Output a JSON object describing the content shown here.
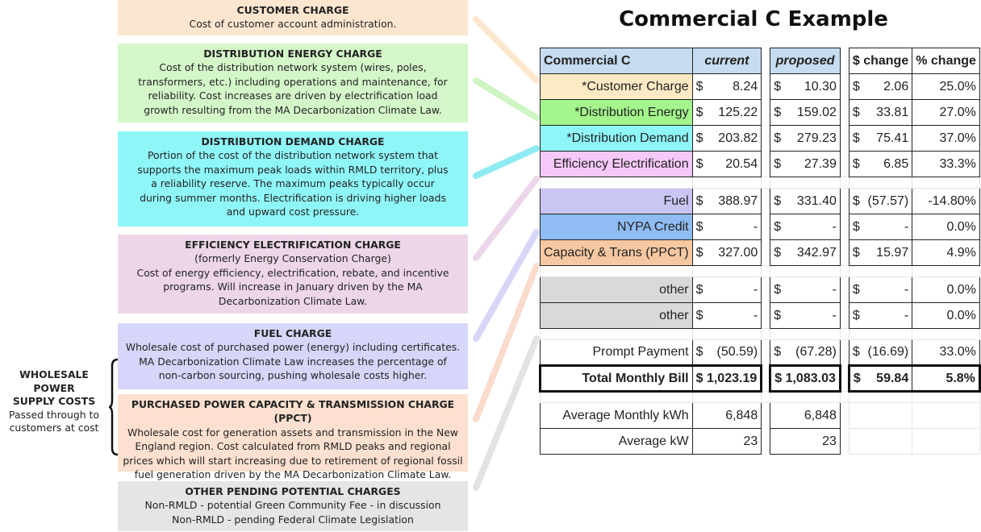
{
  "title": "Commercial C Example",
  "charges": [
    {
      "title": "CUSTOMER CHARGE",
      "body": "Cost of customer account administration.",
      "color": "#fde6cf"
    },
    {
      "title": "DISTRIBUTION ENERGY CHARGE",
      "body": "Cost of the distribution network system (wires, poles,\ntransformers, etc.) including operations and maintenance, for\nreliability. Cost increases are driven by electrification load\ngrowth resulting from the MA Decarbonization Climate Law.",
      "color": "#d4f7c9"
    },
    {
      "title": "DISTRIBUTION DEMAND CHARGE",
      "body": "Portion of the cost of the distribution network system that\nsupports the maximum peak loads within RMLD territory, plus\na reliability reserve. The maximum peaks typically occur\nduring summer months. Electrification is driving higher loads\nand upward cost pressure.",
      "color": "#8ff6f8"
    },
    {
      "title": "EFFICIENCY ELECTRIFICATION CHARGE",
      "body": "(formerly Energy Conservation Charge)\nCost of energy efficiency, electrification, rebate, and incentive\nprograms. Will increase in January driven by the MA\nDecarbonization Climate Law.",
      "color": "#ecd6e8"
    },
    {
      "title": "FUEL CHARGE",
      "body": "Wholesale cost of purchased power (energy) including certificates.\nMA Decarbonization Climate Law increases the percentage of\nnon-carbon sourcing, pushing wholesale costs higher.",
      "color": "#d6d6fa"
    },
    {
      "title": "PURCHASED POWER CAPACITY & TRANSMISSION CHARGE (PPCT)",
      "body": "Wholesale cost for generation assets and transmission in the New\nEngland region. Cost calculated from RMLD peaks and regional\nprices which will start increasing due to retirement of regional fossil\nfuel generation driven by the MA Decarbonization Climate Law.",
      "color": "#fde0cf"
    },
    {
      "title": "OTHER PENDING POTENTIAL CHARGES",
      "body": "Non-RMLD - potential Green Community Fee - in discussion\nNon-RMLD - pending Federal Climate Legislation",
      "color": "#e5e5e5"
    }
  ],
  "wholesale": {
    "title": "WHOLESALE POWER\nSUPPLY COSTS",
    "subtitle": "Passed through to\ncustomers at cost"
  },
  "table": {
    "header": {
      "label": "Commercial C",
      "current": "current",
      "proposed": "proposed",
      "change": "$ change",
      "pct": "% change"
    },
    "dollar_sign": "$",
    "groups": [
      [
        {
          "label": "*Customer Charge",
          "color": "#fde9c4",
          "current": "8.24",
          "proposed": "10.30",
          "change": "2.06",
          "pct": "25.0%"
        },
        {
          "label": "*Distribution Energy",
          "color": "#a3f58c",
          "current": "125.22",
          "proposed": "159.02",
          "change": "33.81",
          "pct": "27.0%"
        },
        {
          "label": "*Distribution Demand",
          "color": "#8ff6f8",
          "current": "203.82",
          "proposed": "279.23",
          "change": "75.41",
          "pct": "37.0%"
        },
        {
          "label": "Efficiency Electrification",
          "color": "#f5c8f8",
          "current": "20.54",
          "proposed": "27.39",
          "change": "6.85",
          "pct": "33.3%"
        }
      ],
      [
        {
          "label": "Fuel",
          "color": "#c9c6f4",
          "current": "388.97",
          "proposed": "331.40",
          "change": "(57.57)",
          "pct": "-14.80%"
        },
        {
          "label": "NYPA Credit",
          "color": "#8fbcf2",
          "current": "-",
          "proposed": "-",
          "change": "-",
          "pct": "0.0%"
        },
        {
          "label": "Capacity & Trans (PPCT)",
          "color": "#f6c8a2",
          "current": "327.00",
          "proposed": "342.97",
          "change": "15.97",
          "pct": "4.9%"
        }
      ],
      [
        {
          "label": "other",
          "color": "#d9d9d9",
          "current": "-",
          "proposed": "-",
          "change": "-",
          "pct": "0.0%"
        },
        {
          "label": "other",
          "color": "#d9d9d9",
          "current": "-",
          "proposed": "-",
          "change": "-",
          "pct": "0.0%"
        }
      ],
      [
        {
          "label": "Prompt Payment",
          "color": "#ffffff",
          "current": "(50.59)",
          "proposed": "(67.28)",
          "change": "(16.69)",
          "pct": "33.0%"
        },
        {
          "label": "Total Monthly Bill",
          "color": "#ffffff",
          "current": "$ 1,023.19",
          "proposed": "$ 1,083.03",
          "change": "59.84",
          "pct": "5.8%",
          "total": true
        }
      ]
    ],
    "usage": [
      {
        "label": "Average Monthly kWh",
        "current": "6,848",
        "proposed": "6,848"
      },
      {
        "label": "Average kW",
        "current": "23",
        "proposed": "23"
      }
    ]
  }
}
